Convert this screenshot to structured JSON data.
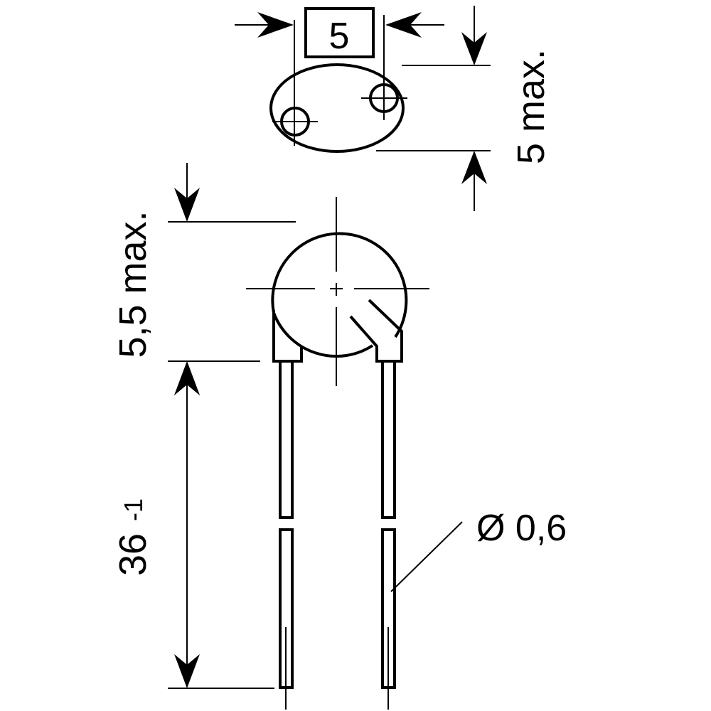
{
  "diagram": {
    "type": "technical-drawing",
    "subject": "radial-lead disc component (thermistor) dimension drawing",
    "colors": {
      "line": "#000000",
      "background": "#ffffff"
    },
    "labels": {
      "lead_spacing": "5",
      "body_thickness": "5 max.",
      "body_diameter": "5,5 max.",
      "lead_length": "36",
      "lead_length_tolerance": "-1",
      "lead_diameter": "Ø 0,6"
    }
  }
}
